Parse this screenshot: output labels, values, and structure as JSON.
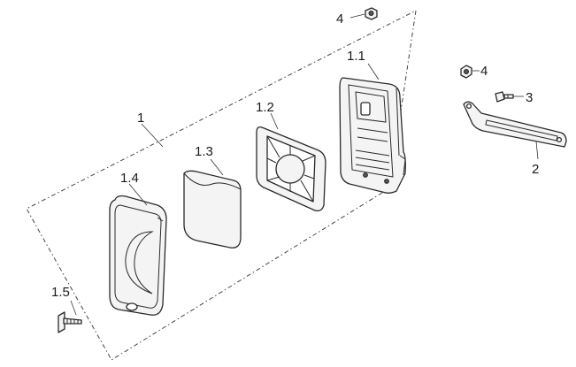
{
  "callouts": {
    "c4a": "4",
    "c1_1": "1.1",
    "c1": "1",
    "c1_2": "1.2",
    "c1_3": "1.3",
    "c1_4": "1.4",
    "c1_5": "1.5",
    "c4b": "4",
    "c3": "3",
    "c2": "2"
  }
}
